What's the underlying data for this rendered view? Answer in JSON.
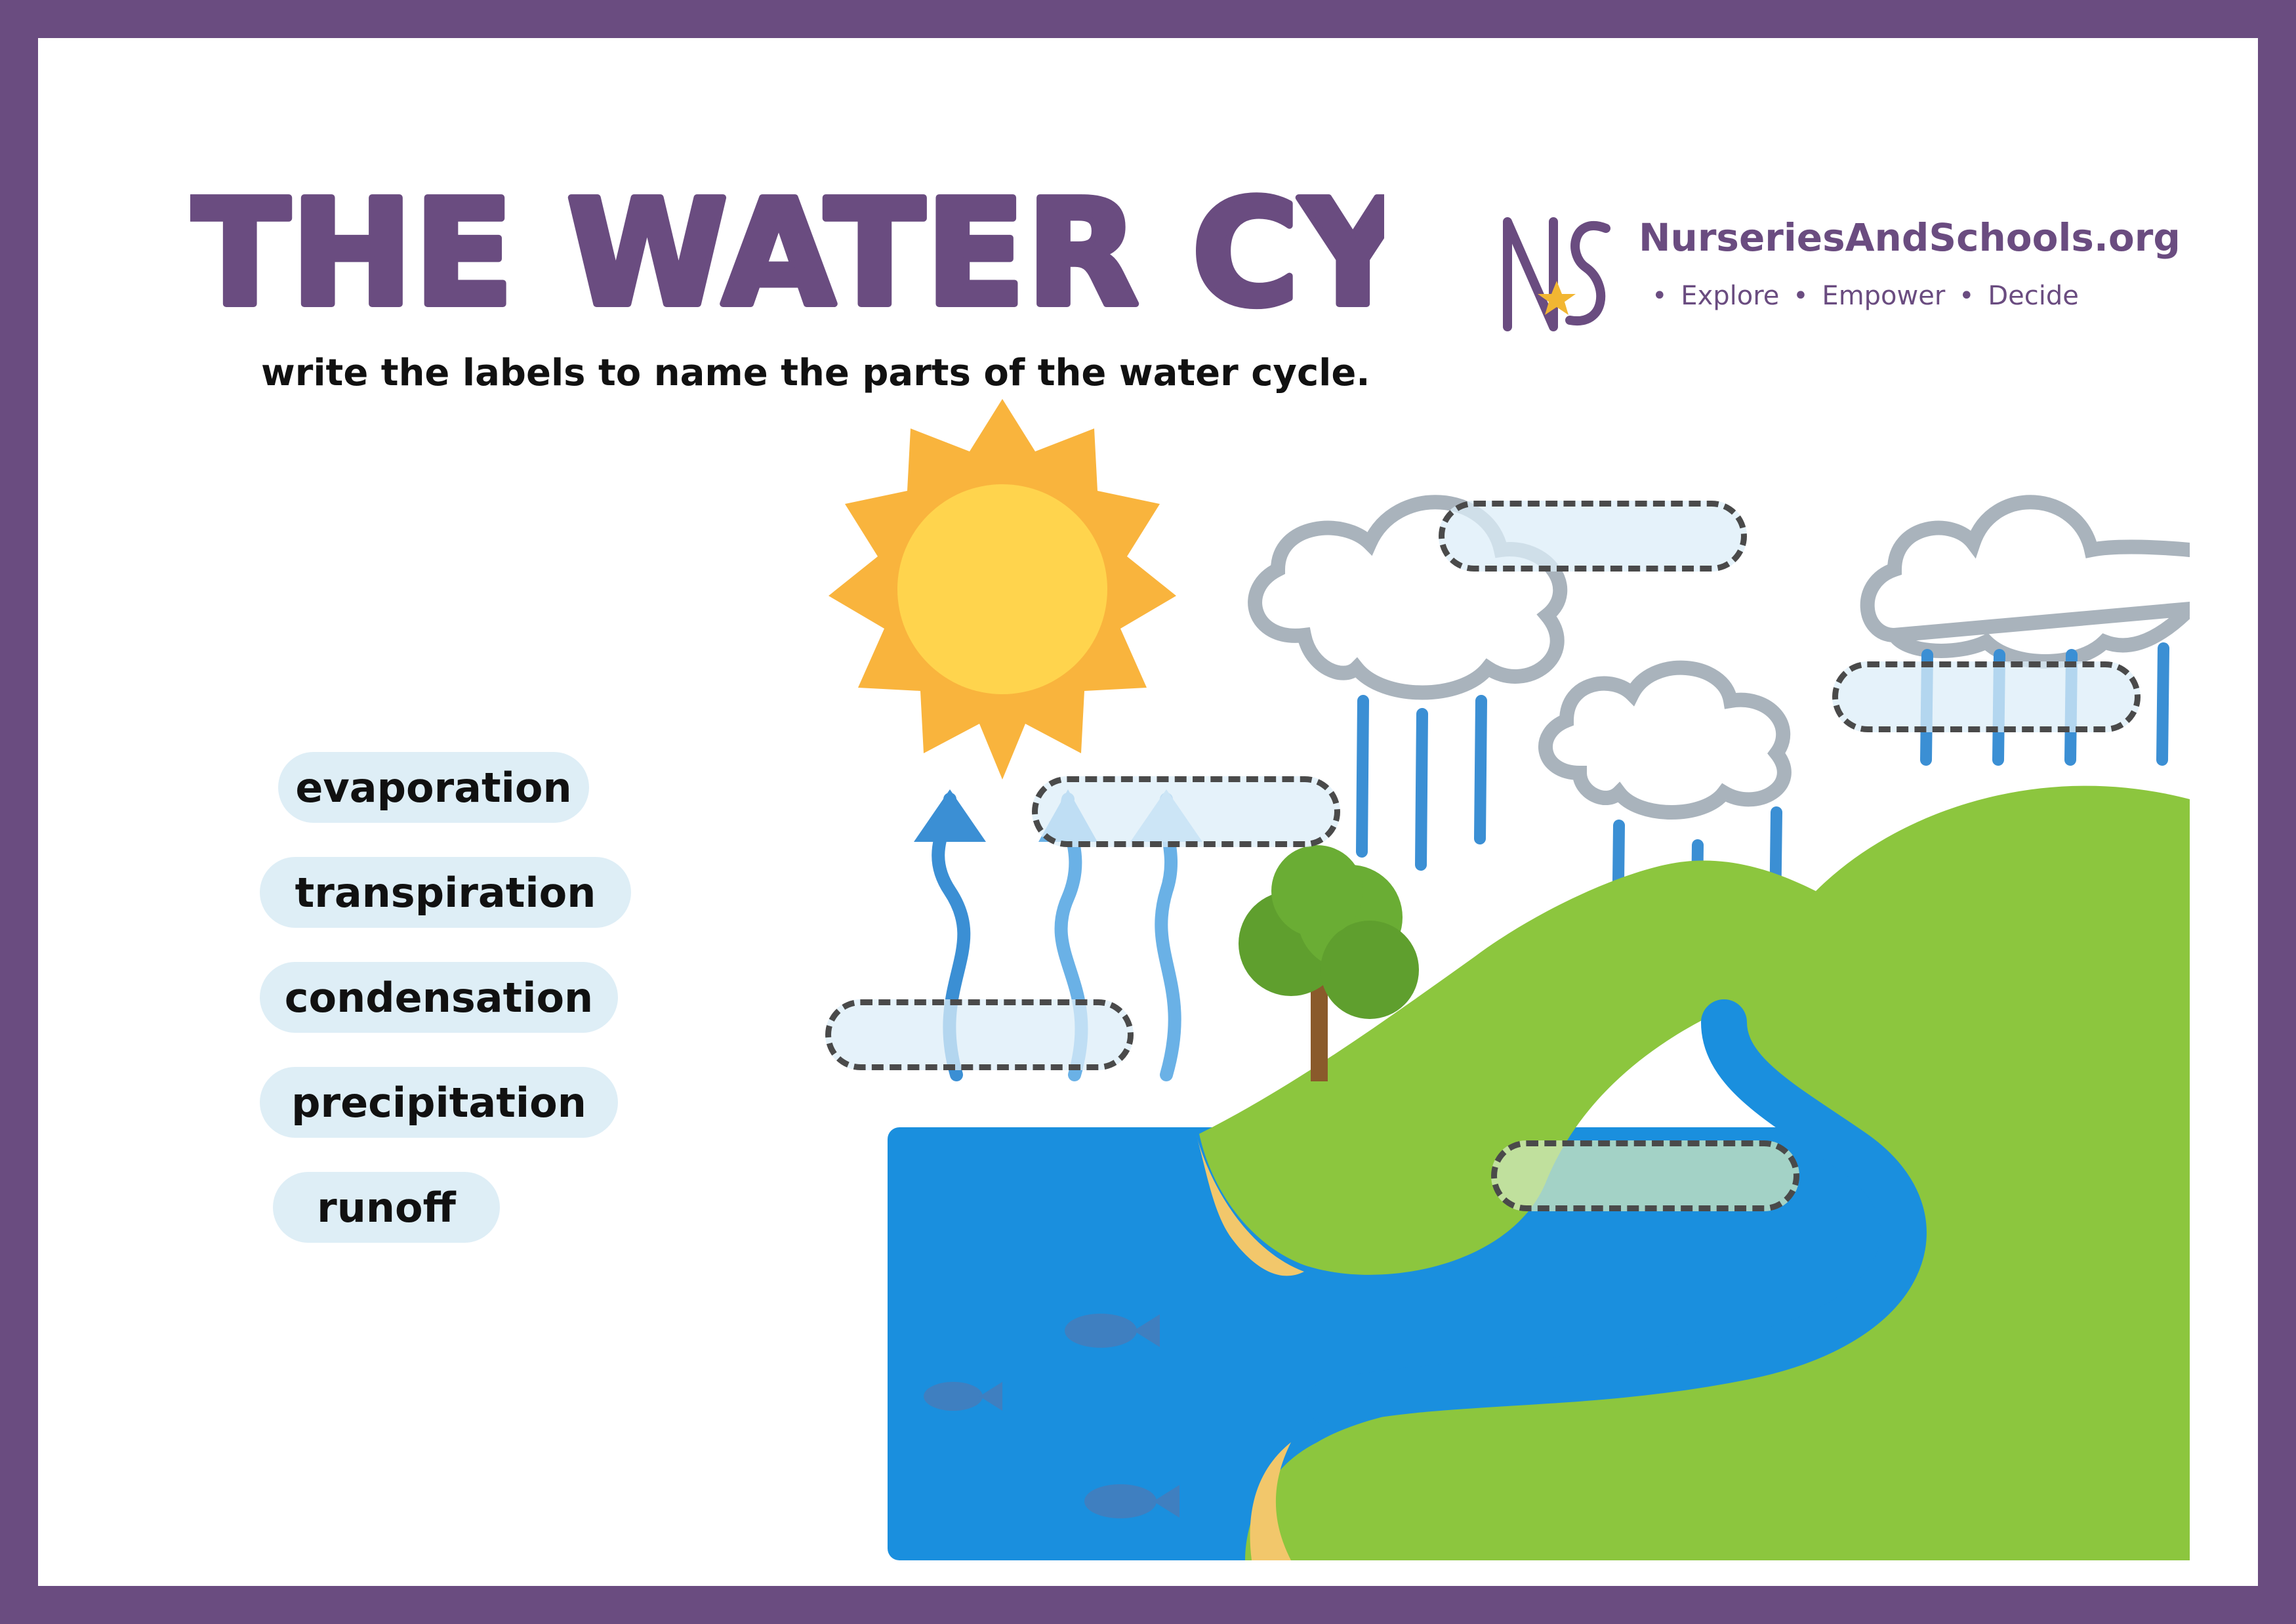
{
  "title": "THE WATER CYCLE",
  "instruction": "write the labels to name the parts of the water cycle.",
  "logo": {
    "name": "NurseriesAndSchools.org",
    "tagline": "• Explore • Empower • Decide",
    "mark_letters": "NS",
    "star_color": "#f2b632"
  },
  "word_bank": [
    "evaporation",
    "transpiration",
    "condensation",
    "precipitation",
    "runoff"
  ],
  "colors": {
    "frame": "#6a4c80",
    "title": "#6a4c80",
    "pill": "#deeef6",
    "sun": "#ffd44d",
    "sun_rays": "#f9b43d",
    "water": "#1a8fde",
    "grass": "#8cc63e",
    "cloud_outline": "#a9b3bc",
    "rain": "#3b8fd4"
  },
  "blank_labels": [
    "",
    "",
    "",
    "",
    "",
    ""
  ]
}
